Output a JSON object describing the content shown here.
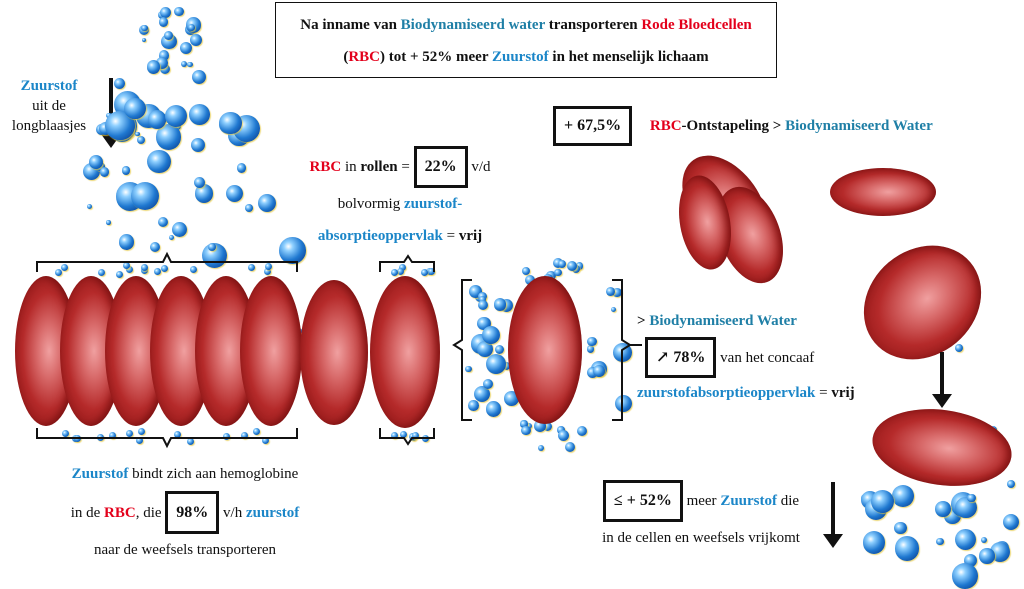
{
  "title": {
    "line1": [
      "Na inname van ",
      "Biodynamiseerd water",
      " transporteren ",
      "Rode Bloedcellen"
    ],
    "line2": [
      "(",
      "RBC",
      ") tot + 52% meer ",
      "Zuurstof",
      " in het menselijk lichaam"
    ]
  },
  "oxygen_source": {
    "word": "Zuurstof",
    "line2": "uit de",
    "line3": "longblaasjes"
  },
  "rolling": {
    "rbc": "RBC",
    "in": " in ",
    "rollen": "rollen",
    "eq": " = ",
    "percent": "22%",
    "vd": " v/d",
    "line2a": "bolvormig ",
    "line2b": "zuurstof-",
    "line3a": "absorptieoppervlak",
    "line3b": " = ",
    "line3c": "vrij"
  },
  "hemoglobin": {
    "word": "Zuurstof",
    "line1": " bindt zich aan hemoglobine",
    "line2a": "in de ",
    "rbc": "RBC",
    "line2b": ", die ",
    "percent": "98%",
    "line2c": " v/h ",
    "zuurstof": "zuurstof",
    "line3": "naar de weefsels transporteren"
  },
  "unstacking": {
    "percent": "+ 67,5%",
    "rbc": "RBC",
    "text": "-Ontstapeling > ",
    "water": "Biodynamiseerd Water"
  },
  "concave": {
    "gt": "> ",
    "water": "Biodynamiseerd Water",
    "percent": "↗ 78%",
    "line2": " van het concaaf",
    "line3a": "zuurstofabsorptieoppervlak",
    "line3b": " = ",
    "line3c": "vrij"
  },
  "release": {
    "percent": "≤ + 52%",
    "line1a": " meer ",
    "zuurstof": "Zuurstof",
    "line1b": " die",
    "line2": "in de cellen en weefsels vrijkomt"
  },
  "colors": {
    "red": "#e3001b",
    "blue": "#1b86c8",
    "teal": "#1f7fa6"
  }
}
